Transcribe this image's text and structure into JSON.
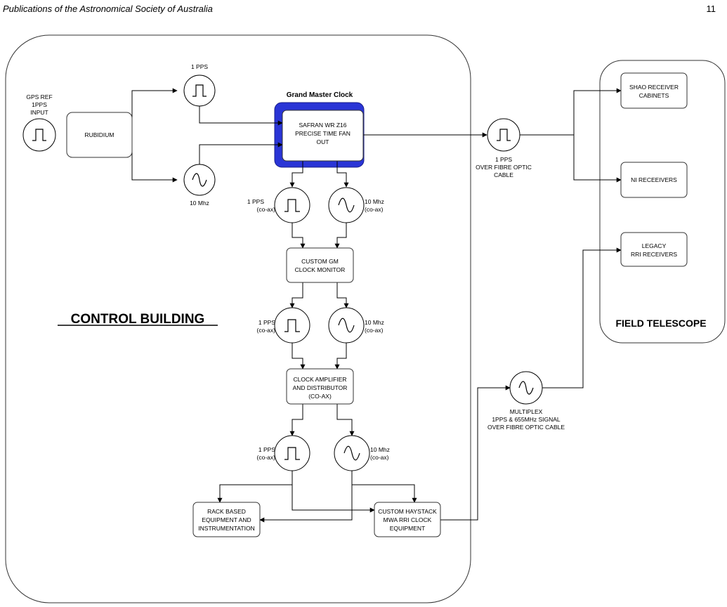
{
  "page_header": {
    "journal": "Publications of the Astronomical Society of Australia",
    "page_number": "11"
  },
  "regions": {
    "control_building": "CONTROL BUILDING",
    "field_telescope": "FIELD TELESCOPE"
  },
  "grand_master_title": "Grand Master Clock",
  "boxes": {
    "rubidium": [
      "RUBIDIUM"
    ],
    "safran": [
      "SAFRAN WR Z16",
      "PRECISE TIME FAN",
      "OUT"
    ],
    "custom_gm": [
      "CUSTOM GM",
      "CLOCK MONITOR"
    ],
    "amplifier": [
      "CLOCK AMPLIFIER",
      "AND DISTRIBUTOR",
      "(CO-AX)"
    ],
    "rack": [
      "RACK BASED",
      "EQUIPMENT AND",
      "INSTRUMENTATION"
    ],
    "haystack": [
      "CUSTOM HAYSTACK",
      "MWA RRI CLOCK",
      "EQUIPMENT"
    ],
    "shao": [
      "SHAO RECEIVER",
      "CABINETS"
    ],
    "ni": [
      "NI RECEEIVERS"
    ],
    "legacy": [
      "LEGACY",
      "RRI RECEIVERS"
    ]
  },
  "signal_labels": {
    "gps": [
      "GPS REF",
      "1PPS",
      "INPUT"
    ],
    "top_pps": [
      "1 PPS"
    ],
    "top_10mhz": [
      "10 Mhz"
    ],
    "gm_pps": [
      "1 PPS",
      "(co-ax)"
    ],
    "gm_10mhz": [
      "10 Mhz",
      "(co-ax)"
    ],
    "mon_pps": [
      "1 PPS",
      "(co-ax)"
    ],
    "mon_10mhz": [
      "10 Mhz",
      "(co-ax)"
    ],
    "amp_pps": [
      "1 PPS",
      "(co-ax)"
    ],
    "amp_10mhz": [
      "10 Mhz",
      "(co-ax)"
    ],
    "fibre_pps": [
      "1 PPS",
      "OVER FIBRE OPTIC",
      "CABLE"
    ],
    "multiplex": [
      "MULTIPLEX",
      "1PPS & 655MHz SIGNAL",
      "OVER FIBRE OPTIC CABLE"
    ]
  },
  "colors": {
    "grand_master_highlight": "#2a35d6",
    "grand_master_highlight_edge": "#1a1f8a"
  },
  "icons": {
    "pulse": "pulse-wave-icon",
    "sine": "sine-wave-icon"
  }
}
